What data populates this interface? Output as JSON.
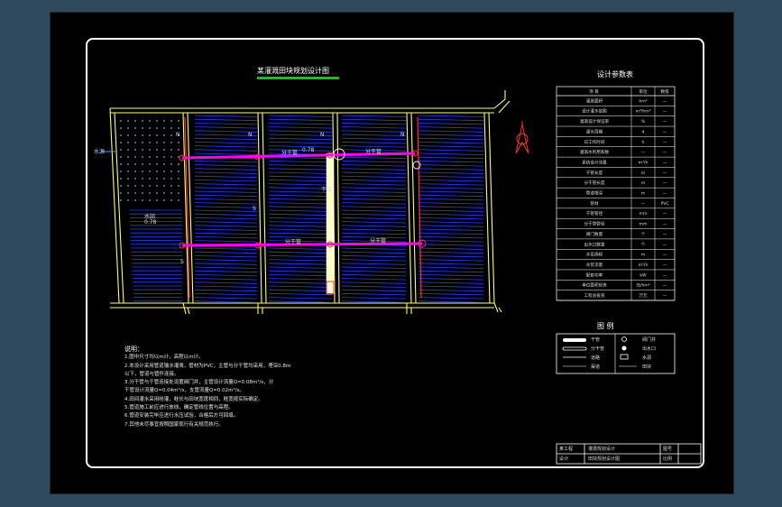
{
  "drawing": {
    "title": "某灌溉田块规划设计图",
    "table_title": "设计参数表",
    "legend_title": "图 例",
    "north_arrow": "north-arrow-icon",
    "left_label": "水源",
    "field_label_a": "水田",
    "field_label_b": "0.78",
    "labels": {
      "pipe1": "分干管",
      "pipe2": "分干管",
      "pipe3": "分干管",
      "pipe4": "分干管",
      "main": "干管",
      "val1": "0.78",
      "s1": "N",
      "s2": "N",
      "s3": "N",
      "s4": "N",
      "s5": "S",
      "s6": "S"
    },
    "colors": {
      "pipe": "#ff00ff",
      "road": "#ffff66",
      "field_line": "#2a3cff",
      "canal": "#ff3030",
      "green_underline": "#00cc00"
    }
  },
  "notes": {
    "heading": "说明：",
    "lines": [
      "1.图中尺寸均以m计，高程以m计。",
      "2.本设计采用管道输水灌溉，管材为PVC，主管与分干管均采用，埋深0.8m",
      "  以下，管道与管件连接。",
      "3.分干管与干管连接处设置阀门井，主管设计流量Q=0.08m³/s，分",
      "  干管设计流量Q=0.04m³/s，支管流量Q=0.02m³/s。",
      "4.田间灌水采用畦灌，畦长与田块宽度相同，畦宽按实际确定。",
      "5.管道施工前应进行放线，确定管线位置与高程。",
      "6.管道安装完毕应进行水压试验，合格后方可回填。",
      "7.其他未尽事宜按照国家现行有关规范执行。"
    ]
  },
  "param_table": {
    "headers": [
      "项 目",
      "单位",
      "数值"
    ],
    "rows": [
      [
        "灌溉面积",
        "hm²",
        "—"
      ],
      [
        "设计灌水定额",
        "m³/hm²",
        "—"
      ],
      [
        "灌溉设计保证率",
        "%",
        "—"
      ],
      [
        "灌水周期",
        "d",
        "—"
      ],
      [
        "日工作时间",
        "h",
        "—"
      ],
      [
        "灌溉水利用系数",
        "—",
        "—"
      ],
      [
        "系统设计流量",
        "m³/h",
        "—"
      ],
      [
        "干管长度",
        "m",
        "—"
      ],
      [
        "分干管长度",
        "m",
        "—"
      ],
      [
        "管道埋深",
        "m",
        "—"
      ],
      [
        "管材",
        "—",
        "PVC"
      ],
      [
        "干管管径",
        "mm",
        "—"
      ],
      [
        "分干管管径",
        "mm",
        "—"
      ],
      [
        "阀门数量",
        "个",
        "—"
      ],
      [
        "出水口数量",
        "个",
        "—"
      ],
      [
        "水泵扬程",
        "m",
        "—"
      ],
      [
        "水泵流量",
        "m³/h",
        "—"
      ],
      [
        "配套功率",
        "kW",
        "—"
      ],
      [
        "单位面积投资",
        "元/hm²",
        "—"
      ],
      [
        "工程总投资",
        "万元",
        "—"
      ]
    ]
  },
  "legend": {
    "items": [
      [
        "干管",
        "阀门井"
      ],
      [
        "分干管",
        "出水口"
      ],
      [
        "道路",
        "水源"
      ],
      [
        "渠道",
        "田块"
      ]
    ]
  },
  "title_block": {
    "row1": [
      "某工程",
      "灌溉规划设计",
      "图号"
    ],
    "row2": [
      "设计",
      "田块规划设计图",
      "比例"
    ]
  }
}
